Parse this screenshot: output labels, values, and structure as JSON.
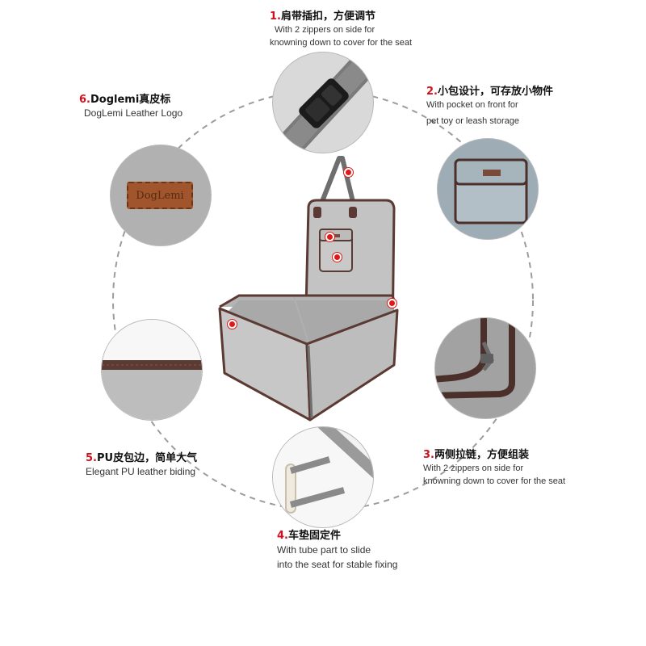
{
  "colors": {
    "accent_red": "#d0101c",
    "felt_gray": "#c4c4c4",
    "trim_brown": "#5a3a33",
    "dashed_ring": "#9c9c9c"
  },
  "features": [
    {
      "num": "1.",
      "title": "肩带插扣，方便调节",
      "lines": [
        "With 2 zippers on side for",
        "knowning down to  cover for the seat"
      ]
    },
    {
      "num": "2.",
      "title": "小包设计，可存放小物件",
      "lines": [
        "With pocket on front for",
        "pet toy or leash storage"
      ]
    },
    {
      "num": "3.",
      "title": "两侧拉链，方便组装",
      "lines": [
        "With 2 zippers on side for",
        "knowning down to  cover for the seat"
      ]
    },
    {
      "num": "4.",
      "title": "车垫固定件",
      "lines": [
        "With tube part to slide",
        "into the seat for stable fixing"
      ]
    },
    {
      "num": "5.",
      "title": "PU皮包边，简单大气",
      "lines": [
        "Elegant PU leather biding"
      ]
    },
    {
      "num": "6.",
      "title": "Doglemi真皮标",
      "lines": [
        "DogLemi Leather Logo"
      ]
    }
  ],
  "logo_patch_text": "DogLemi"
}
